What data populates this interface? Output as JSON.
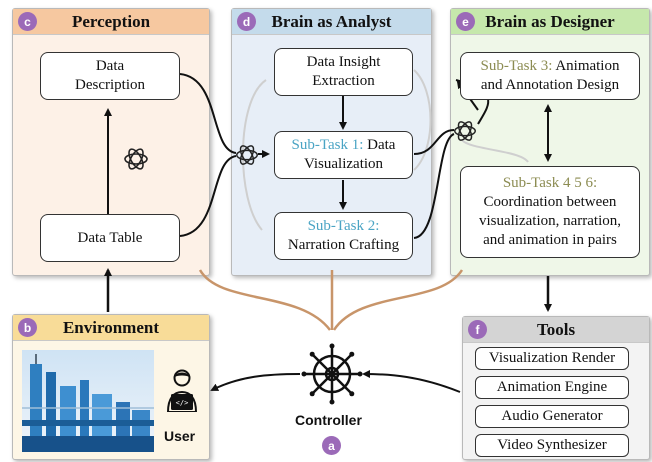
{
  "panels": {
    "perception": {
      "badge": "c",
      "title": "Perception",
      "header_color": "#f6c8a0",
      "body_color": "#fdf1e7"
    },
    "analyst": {
      "badge": "d",
      "title": "Brain as Analyst",
      "header_color": "#c4dbeb",
      "body_color": "#e7eef7"
    },
    "designer": {
      "badge": "e",
      "title": "Brain as Designer",
      "header_color": "#c6e8ac",
      "body_color": "#eff7e8"
    },
    "environment": {
      "badge": "b",
      "title": "Environment",
      "header_color": "#f8dc98",
      "body_color": "#fdf6e6"
    },
    "tools": {
      "badge": "f",
      "title": "Tools",
      "header_color": "#d4d4d4",
      "body_color": "#f3f3f3"
    }
  },
  "perception": {
    "data_description": [
      "Data",
      "Description"
    ],
    "data_table": "Data Table"
  },
  "analyst": {
    "insight": [
      "Data Insight",
      "Extraction"
    ],
    "subtask1": {
      "prefix": "Sub-Task 1:",
      "line1_rest": " Data",
      "line2": "Visualization"
    },
    "subtask2": {
      "prefix": "Sub-Task 2:",
      "line2": "Narration Crafting"
    }
  },
  "designer": {
    "subtask3": {
      "prefix": "Sub-Task 3:",
      "line1_rest": " Animation",
      "line2": "and Annotation Design"
    },
    "subtask456": {
      "prefix": "Sub-Task 4 5 6:",
      "lines": [
        "Coordination between",
        "visualization, narration,",
        "and animation in pairs"
      ]
    }
  },
  "tools": {
    "items": [
      "Visualization Render",
      "Animation Engine",
      "Audio Generator",
      "Video Synthesizer"
    ]
  },
  "environment": {
    "user_label": "User"
  },
  "controller": {
    "label": "Controller",
    "badge": "a"
  },
  "colors": {
    "badge": "#9b6ab8",
    "connector": "#c8956a",
    "subtask_blue": "#4aa4c4",
    "subtask_olive": "#8c8c52"
  },
  "icons": [
    "openai-logo-icon",
    "ship-wheel-icon",
    "user-coder-icon",
    "factory-photo"
  ]
}
